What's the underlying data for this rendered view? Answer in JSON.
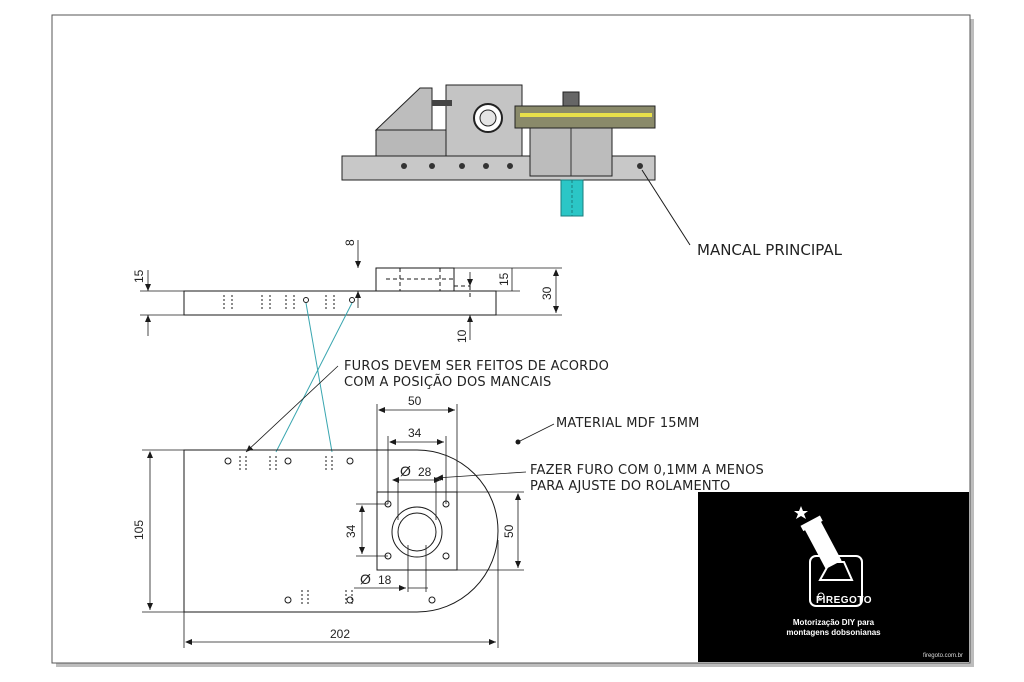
{
  "labels": {
    "mancal": "MANCAL PRINCIPAL",
    "furos_line1": "FUROS DEVEM SER FEITOS DE ACORDO",
    "furos_line2": "COM A POSIÇÃO DOS MANCAIS",
    "material": "MATERIAL MDF 15MM",
    "fazer_line1": "FAZER FURO COM 0,1MM A MENOS",
    "fazer_line2": "PARA AJUSTE DO ROLAMENTO"
  },
  "dimensions": {
    "side_8": "8",
    "side_15_left": "15",
    "side_15_right": "15",
    "side_30": "30",
    "side_10": "10",
    "top_50": "50",
    "top_34": "34",
    "phi_28": "28",
    "phi_18": "18",
    "left_34": "34",
    "right_50": "50",
    "height_105": "105",
    "width_202": "202",
    "phi_symbol": "Ø"
  },
  "brand": {
    "logo_text": "FIREGOTO",
    "tagline_line1": "Motorização DIY para",
    "tagline_line2": "montagens dobsonianas",
    "url": "firegoto.com.br"
  },
  "colors": {
    "line": "#1a1a1a",
    "leader_teal": "#3aa6b0",
    "shaft_cyan": "#2bc6c6",
    "part_gray": "#c8c8c8",
    "rail_yellow": "#e8e04a"
  }
}
